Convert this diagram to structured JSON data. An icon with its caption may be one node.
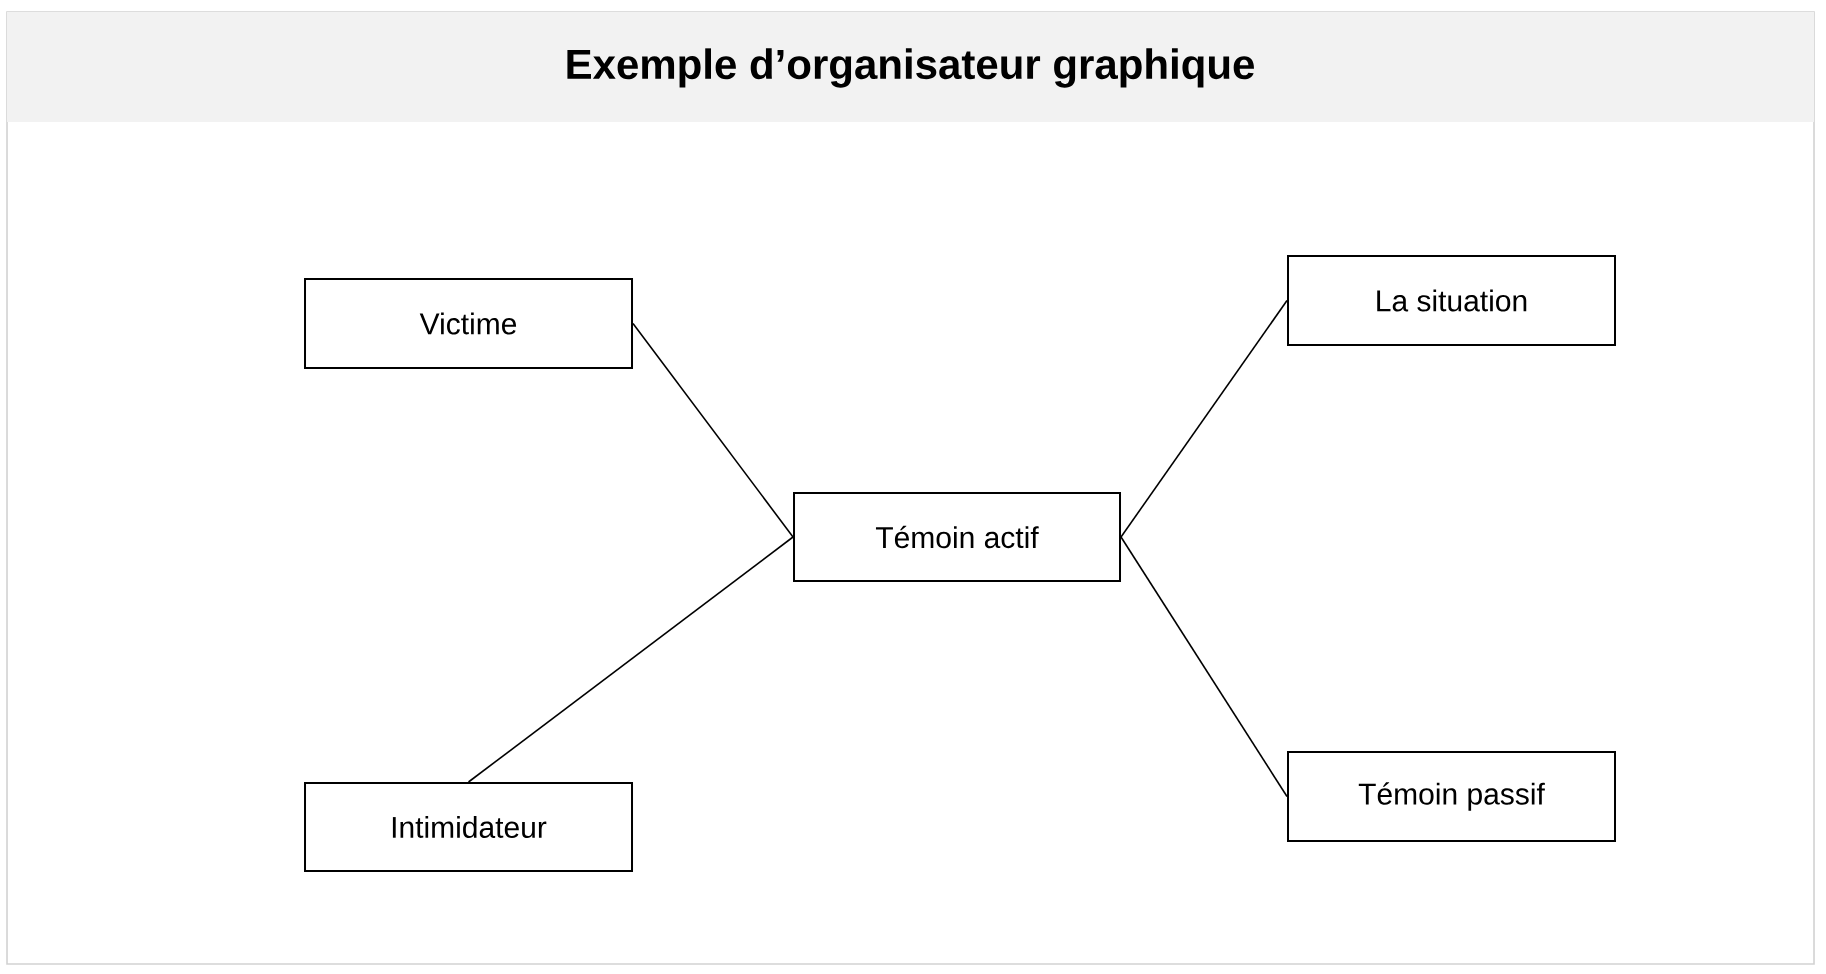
{
  "diagram": {
    "title": "Exemple d’organisateur graphique",
    "nodes": [
      {
        "text": [
          "Victime"
        ]
      },
      {
        "text": [
          "Intimidateur"
        ]
      },
      {
        "text": [
          "Témoin actif"
        ]
      },
      {
        "text": [
          "La situation"
        ]
      },
      {
        "text": [
          "Témoin passif"
        ]
      }
    ],
    "edges": [
      {
        "from": 0,
        "to": 2,
        "arrow": "none"
      },
      {
        "from": 1,
        "to": 2,
        "arrow": "none"
      },
      {
        "from": 2,
        "to": 3,
        "arrow": "none"
      },
      {
        "from": 2,
        "to": 4,
        "arrow": "none"
      }
    ]
  }
}
